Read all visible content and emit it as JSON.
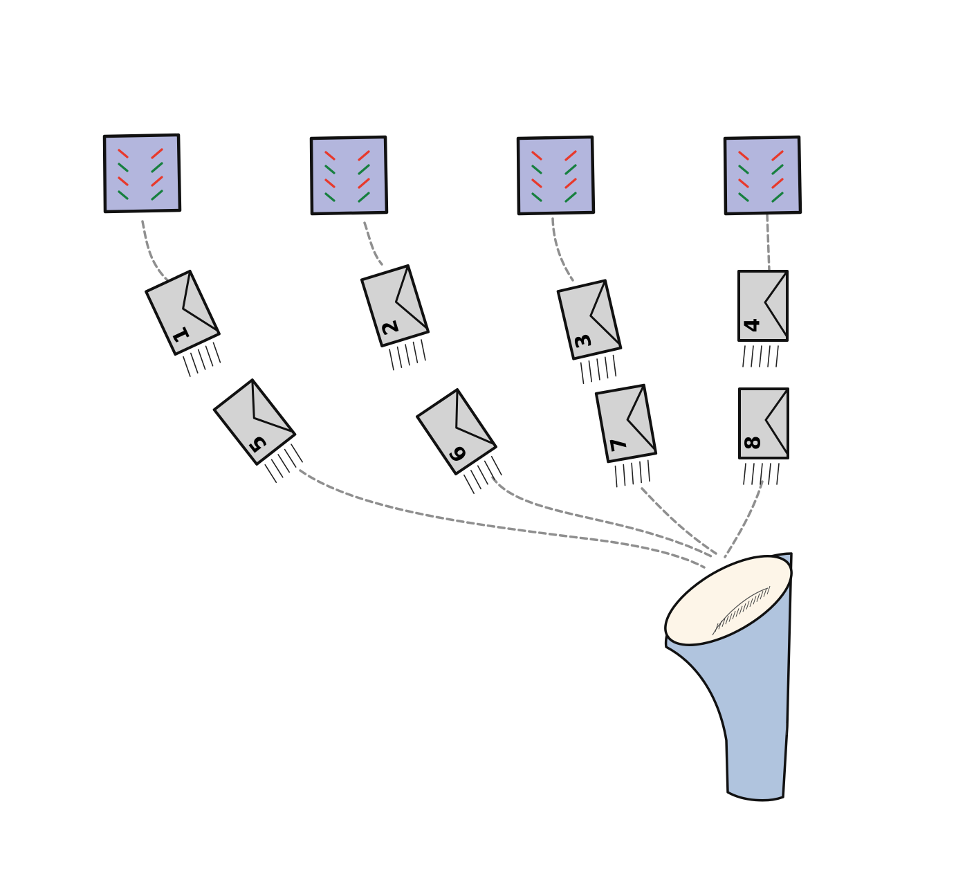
{
  "colors": {
    "background": "#ffffff",
    "server_fill": "#b3b6dd",
    "server_border": "#111111",
    "tick_red": "#e8392b",
    "tick_green": "#17803f",
    "envelope_fill": "#d3d3d3",
    "envelope_border": "#111111",
    "dashed_line": "#8f8f8f",
    "funnel_body": "#b0c4de",
    "funnel_rim": "#fdf5e8",
    "funnel_outline": "#111111"
  },
  "servers": [
    {
      "id": "server-1"
    },
    {
      "id": "server-2"
    },
    {
      "id": "server-3"
    },
    {
      "id": "server-4"
    }
  ],
  "envelopes": [
    {
      "label": "1",
      "from_server": 1
    },
    {
      "label": "2",
      "from_server": 2
    },
    {
      "label": "3",
      "from_server": 3
    },
    {
      "label": "4",
      "from_server": 4
    },
    {
      "label": "5",
      "from_server": 1
    },
    {
      "label": "6",
      "from_server": 2
    },
    {
      "label": "7",
      "from_server": 3
    },
    {
      "label": "8",
      "from_server": 4
    }
  ],
  "funnel": {
    "icon": "funnel-icon"
  }
}
